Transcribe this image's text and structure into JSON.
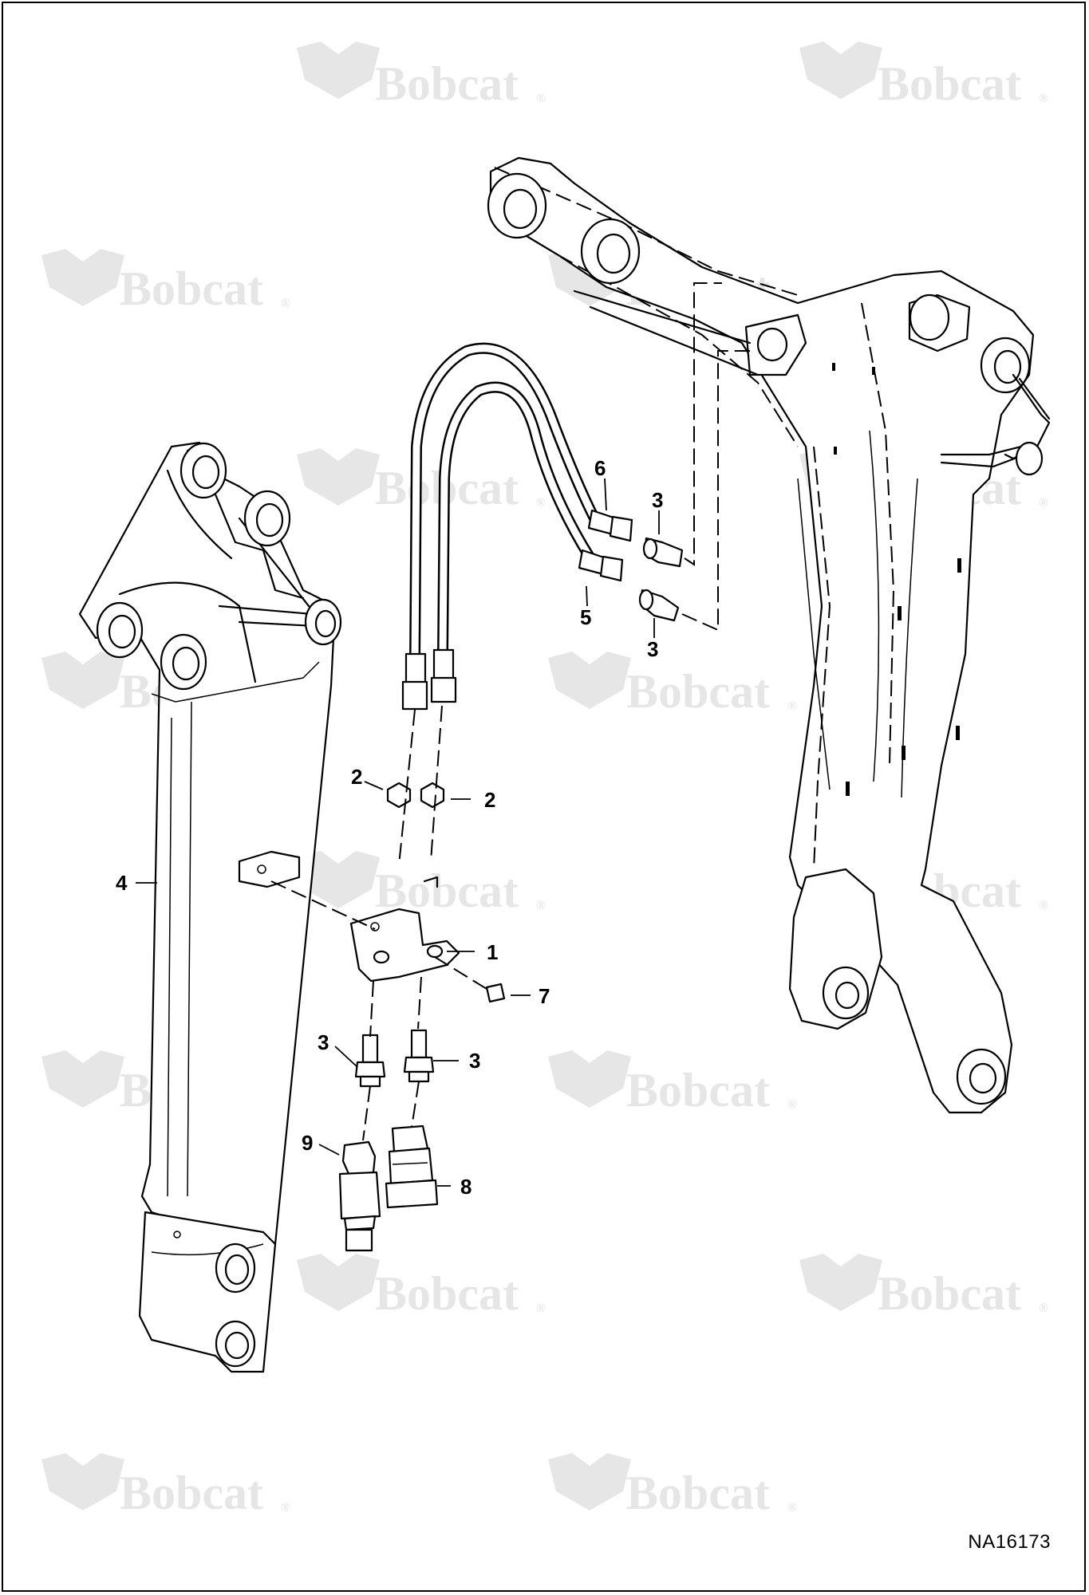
{
  "watermark": {
    "text": "Bobcat"
  },
  "figure_id": "NA16173",
  "callouts": [
    {
      "id": "c1",
      "text": "1"
    },
    {
      "id": "c2a",
      "text": "2"
    },
    {
      "id": "c2b",
      "text": "2"
    },
    {
      "id": "c3a",
      "text": "3"
    },
    {
      "id": "c3b",
      "text": "3"
    },
    {
      "id": "c3c",
      "text": "3"
    },
    {
      "id": "c3d",
      "text": "3"
    },
    {
      "id": "c4",
      "text": "4"
    },
    {
      "id": "c5",
      "text": "5"
    },
    {
      "id": "c6",
      "text": "6"
    },
    {
      "id": "c7",
      "text": "7"
    },
    {
      "id": "c8",
      "text": "8"
    },
    {
      "id": "c9",
      "text": "9"
    }
  ]
}
